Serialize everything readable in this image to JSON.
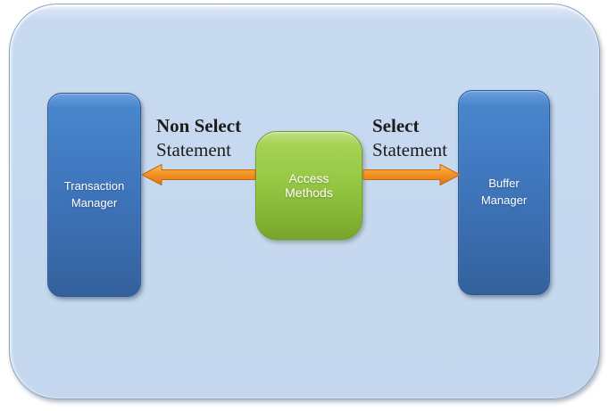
{
  "diagram": {
    "nodes": {
      "transaction_manager": {
        "label": "Transaction Manager"
      },
      "access_methods": {
        "label": "Access Methods"
      },
      "buffer_manager": {
        "label": "Buffer Manager"
      }
    },
    "edges": {
      "non_select": {
        "line1": "Non Select",
        "line2": "Statement",
        "direction": "left"
      },
      "select": {
        "line1": "Select",
        "line2": "Statement",
        "direction": "right"
      }
    },
    "colors": {
      "canvas_background": "#ffffff",
      "panel_fill": "#c5d8ef",
      "panel_border": "#8fa3bc",
      "node_blue_top": "#4886cc",
      "node_blue_bottom": "#33619c",
      "node_green_top": "#a5d254",
      "node_green_bottom": "#78a52c",
      "arrow_orange": "#f0931f",
      "arrow_outline": "#c2680f",
      "node_label_text": "#ffffff",
      "statement_text": "#1c1c1c"
    }
  }
}
